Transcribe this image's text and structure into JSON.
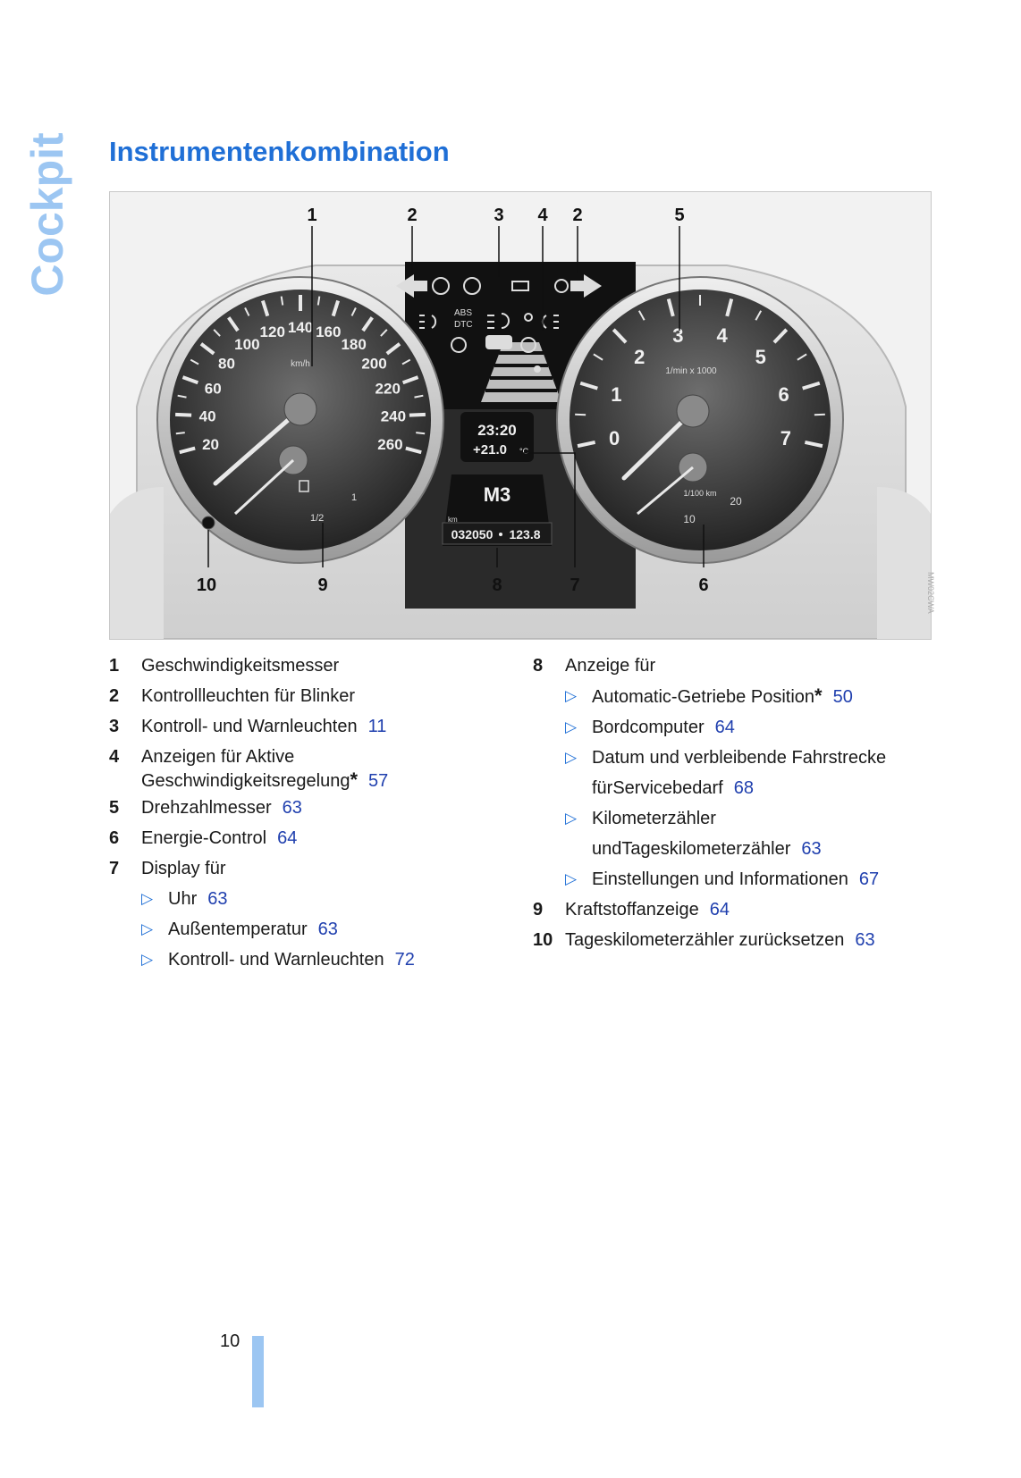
{
  "side_tab": "Cockpit",
  "title": "Instrumentenkombination",
  "figure": {
    "callouts": [
      "1",
      "2",
      "3",
      "4",
      "2",
      "5",
      "10",
      "9",
      "8",
      "7",
      "6"
    ],
    "speedo_ticks": [
      "20",
      "40",
      "60",
      "80",
      "100",
      "120",
      "140",
      "160",
      "180",
      "200",
      "220",
      "240",
      "260"
    ],
    "speedo_unit": "km/h",
    "rev_ticks": [
      "0",
      "1",
      "2",
      "3",
      "4",
      "5",
      "6",
      "7"
    ],
    "rev_unit": "1/min x 1000",
    "fuel_marks": [
      "1/2",
      "1"
    ],
    "energy_unit": "1/100 km",
    "energy_marks": [
      "10",
      "20"
    ],
    "lamp_labels": {
      "abs": "ABS",
      "dtc": "DTC"
    },
    "display_time": "23:20",
    "display_temp": "+21.0",
    "display_temp_unit": "°C",
    "display_model": "M3",
    "display_km_unit": "km",
    "display_odo": "032050",
    "display_trip": "123.8",
    "image_code": "MW02CWA"
  },
  "legend_left": [
    {
      "num": "1",
      "text": "Geschwindigkeitsmesser"
    },
    {
      "num": "2",
      "text": "Kontrollleuchten für Blinker"
    },
    {
      "num": "3",
      "text": "Kontroll- und Warnleuchten",
      "ref": "11"
    },
    {
      "num": "4",
      "text": "Anzeigen für Aktive",
      "text2": "Geschwindigkeitsregelung",
      "star": "*",
      "ref": "57"
    },
    {
      "num": "5",
      "text": "Drehzahlmesser",
      "ref": "63"
    },
    {
      "num": "6",
      "text": "Energie-Control",
      "ref": "64"
    },
    {
      "num": "7",
      "text": "Display für"
    }
  ],
  "legend_left_sub": [
    {
      "text": "Uhr",
      "ref": "63"
    },
    {
      "text": "Außentemperatur",
      "ref": "63"
    },
    {
      "text": "Kontroll- und Warnleuchten",
      "ref": "72"
    }
  ],
  "legend_right_head": {
    "num": "8",
    "text": "Anzeige für"
  },
  "legend_right_sub": [
    {
      "text": "Automatic-Getriebe Position",
      "star": "*",
      "ref": "50"
    },
    {
      "text": "Bordcomputer",
      "ref": "64"
    },
    {
      "text": "Datum und verbleibende Fahrstrecke für",
      "text2": "Servicebedarf",
      "ref": "68"
    },
    {
      "text": "Kilometerzähler und",
      "text2": "Tageskilometerzähler",
      "ref": "63"
    },
    {
      "text": "Einstellungen und Informationen",
      "ref": "67"
    }
  ],
  "legend_right_tail": [
    {
      "num": "9",
      "text": "Kraftstoffanzeige",
      "ref": "64"
    },
    {
      "num": "10",
      "text": "Tageskilometerzähler zurücksetzen",
      "ref": "63"
    }
  ],
  "sub_marker": "▷",
  "page_number": "10"
}
